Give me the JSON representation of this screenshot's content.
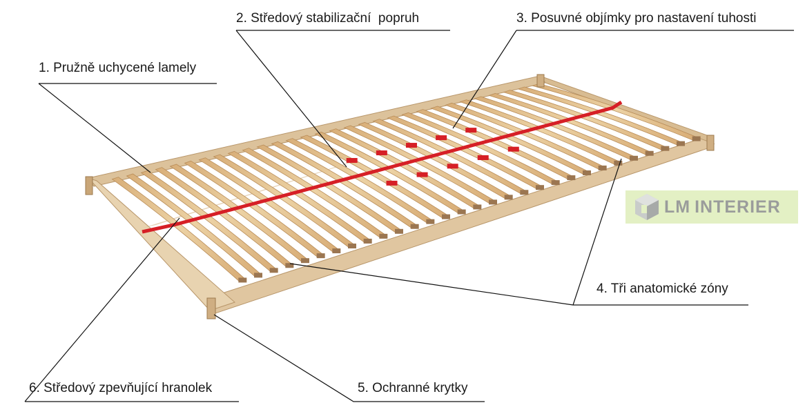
{
  "labels": {
    "l1": "1. Pružně uchycené lamely",
    "l2": "2. Středový stabilizační  popruh",
    "l3": "3. Posuvné objímky pro nastavení tuhosti",
    "l4": "4. Tři anatomické zóny",
    "l5": "5. Ochranné krytky",
    "l6": "6. Středový zpevňující hranolek"
  },
  "logo": {
    "text_lm": "LM",
    "text_interier": "INTERIER"
  },
  "colors": {
    "wood": "#e2bf8f",
    "wood_dark": "#c79a66",
    "frame": "#d9bd94",
    "strap": "#d61f26",
    "leader": "#111111",
    "logo_bg": "#e3f0c4",
    "logo_text": "#9a9c9b"
  },
  "slat_count": 30
}
